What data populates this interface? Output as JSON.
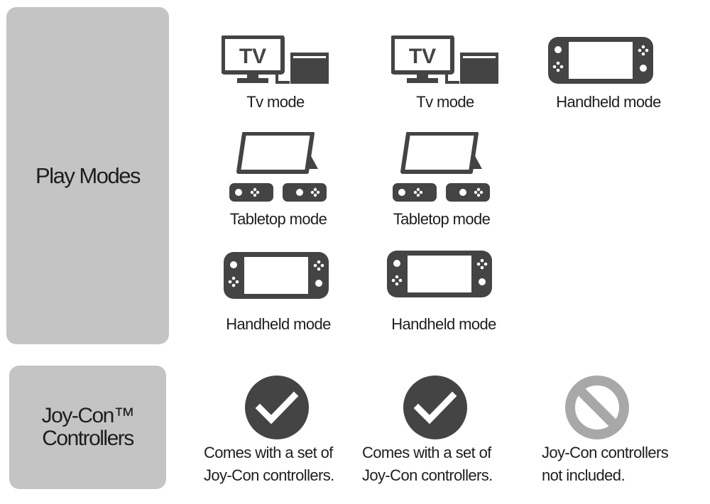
{
  "sidebar": {
    "play_modes_title": "Play Modes",
    "joycon_title_line1": "Joy-Con™",
    "joycon_title_line2": "Controllers"
  },
  "columns": [
    {
      "modes": [
        "Tv mode",
        "Tabletop mode",
        "Handheld mode"
      ],
      "joycon": {
        "status": "included",
        "icon": "checkmark-icon",
        "line1": "Comes with a set of",
        "line2": "Joy-Con controllers."
      }
    },
    {
      "modes": [
        "Tv mode",
        "Tabletop mode",
        "Handheld mode"
      ],
      "joycon": {
        "status": "included",
        "icon": "checkmark-icon",
        "line1": "Comes with a set of",
        "line2": "Joy-Con controllers."
      }
    },
    {
      "modes": [
        "Handheld mode"
      ],
      "joycon": {
        "status": "not-included",
        "icon": "prohibited-icon",
        "line1": "Joy-Con controllers",
        "line2": "not included."
      }
    }
  ],
  "icons": {
    "tv": "tv-icon",
    "dock": "dock-icon",
    "tablet": "tabletop-console-icon",
    "joycon": "joycon-controller-icon",
    "handheld": "handheld-console-icon"
  },
  "colors": {
    "icon_dark": "#444444",
    "icon_disabled": "#a8a8a8",
    "panel": "#c4c4c4",
    "text": "#1e1e1e"
  }
}
